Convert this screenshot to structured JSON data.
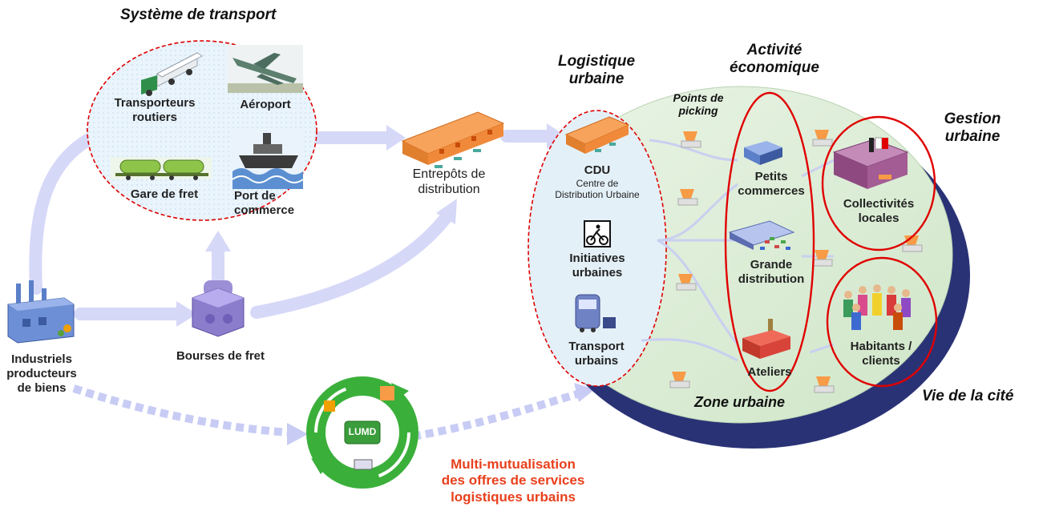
{
  "headings": {
    "transport_system": "Système de transport",
    "urban_logistics_1": "Logistique",
    "urban_logistics_2": "urbaine",
    "economic_activity_1": "Activité",
    "economic_activity_2": "économique",
    "urban_management_1": "Gestion",
    "urban_management_2": "urbaine",
    "city_life": "Vie de la cité",
    "urban_zone": "Zone urbaine",
    "picking_points_1": "Points de",
    "picking_points_2": "picking"
  },
  "transport": {
    "road_1": "Transporteurs",
    "road_2": "routiers",
    "airport": "Aéroport",
    "freight_station": "Gare de fret",
    "port_1": "Port de",
    "port_2": "commerce"
  },
  "nodes": {
    "industrials_1": "Industriels",
    "industrials_2": "producteurs",
    "industrials_3": "de biens",
    "freight_exchange": "Bourses de fret",
    "warehouses_1": "Entrepôts de",
    "warehouses_2": "distribution"
  },
  "urban_logistics": {
    "cdu": "CDU",
    "cdu_full_1": "Centre de",
    "cdu_full_2": "Distribution Urbaine",
    "initiatives_1": "Initiatives",
    "initiatives_2": "urbaines",
    "transport_1": "Transport",
    "transport_2": "urbains"
  },
  "economy": {
    "small_shops_1": "Petits",
    "small_shops_2": "commerces",
    "large_retail_1": "Grande",
    "large_retail_2": "distribution",
    "workshops": "Ateliers"
  },
  "city": {
    "authorities_1": "Collectivités",
    "authorities_2": "locales",
    "residents_1": "Habitants /",
    "residents_2": "clients"
  },
  "lumd": {
    "logo": "LUMD",
    "caption_1": "Multi-mutualisation",
    "caption_2": "des offres de services",
    "caption_3": "logistiques urbains"
  },
  "colors": {
    "ellipse_red": "#e00000",
    "caption_red": "#e8401c",
    "arrow_lavender": "#d6d8f8",
    "disc_green": "#d9ecd3",
    "disc_navy": "#2a3276",
    "recycle_green": "#3ab03a"
  },
  "icons": [
    "truck-icon",
    "airplane-icon",
    "freight-train-icon",
    "ship-icon",
    "factory-icon",
    "exchange-building-icon",
    "warehouse-icon",
    "bicycle-sign-icon",
    "tram-icon",
    "shop-icon",
    "retail-store-icon",
    "workshop-icon",
    "town-hall-icon",
    "people-icon",
    "picking-box-icon",
    "recycle-arrows-icon"
  ]
}
